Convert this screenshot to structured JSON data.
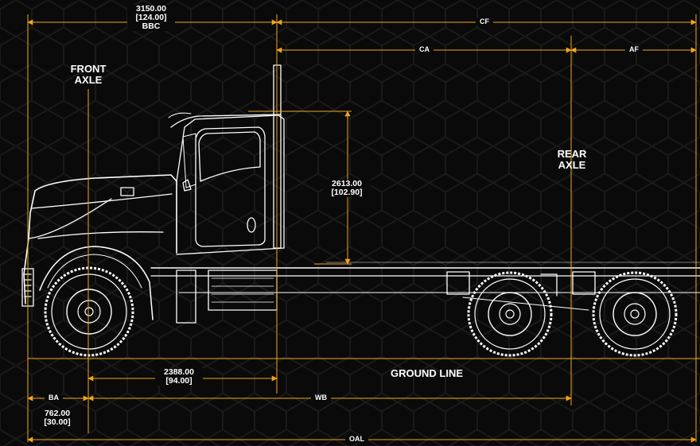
{
  "colors": {
    "background": "#0a0a0a",
    "dimension_line": "#f2a51a",
    "truck_outline": "#ffffff",
    "label_text": "#ffffff"
  },
  "labels": {
    "bbc_value_mm": "3150.00",
    "bbc_value_in": "[124.00]",
    "bbc_name": "BBC",
    "cf": "CF",
    "ca": "CA",
    "af": "AF",
    "front_axle_line1": "FRONT",
    "front_axle_line2": "AXLE",
    "rear_axle_line1": "REAR",
    "rear_axle_line2": "AXLE",
    "height_value_mm": "2613.00",
    "height_value_in": "[102.90]",
    "axle_to_cab_value_mm": "2388.00",
    "axle_to_cab_value_in": "[94.00]",
    "ground_line": "GROUND LINE",
    "ba": "BA",
    "ba_value_mm": "762.00",
    "ba_value_in": "[30.00]",
    "wb": "WB",
    "oal": "OAL"
  },
  "icons": {
    "vehicle": "semi-truck-side-view-icon",
    "arrowheads": "dimension-arrow-icon"
  }
}
